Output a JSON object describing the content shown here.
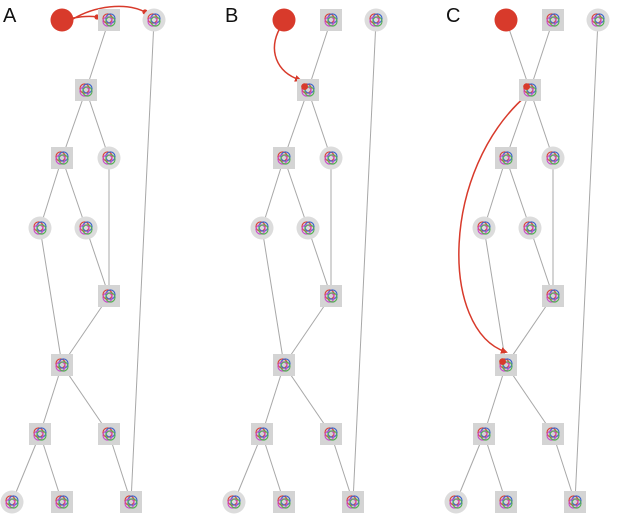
{
  "panels": [
    {
      "label": "A"
    },
    {
      "label": "B"
    },
    {
      "label": "C"
    }
  ],
  "colors": {
    "edge": "#a8a8a8",
    "square_node": "#d4d4d4",
    "circle_node": "#dcdcdc",
    "highlight": "#d83a2b",
    "ring_red": "#d9403a",
    "ring_blue": "#3a63c9",
    "ring_magenta": "#c94bc9",
    "ring_green": "#52ad52",
    "label": "#111111"
  }
}
